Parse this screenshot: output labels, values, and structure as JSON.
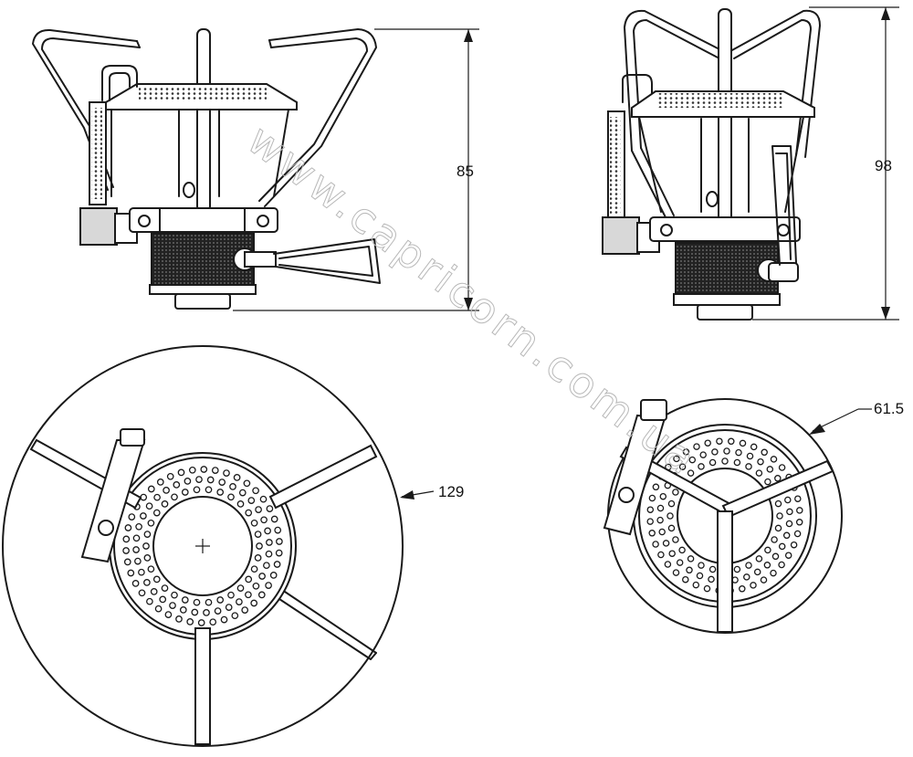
{
  "dimensions": {
    "side_height_a": "85",
    "side_height_b": "98",
    "top_diameter_a": "129",
    "top_diameter_b": "61.5"
  },
  "watermark": "www.capricorn.com.ua",
  "colors": {
    "line": "#1a1a1a",
    "background": "#ffffff",
    "watermark": "#b8b8b8"
  }
}
